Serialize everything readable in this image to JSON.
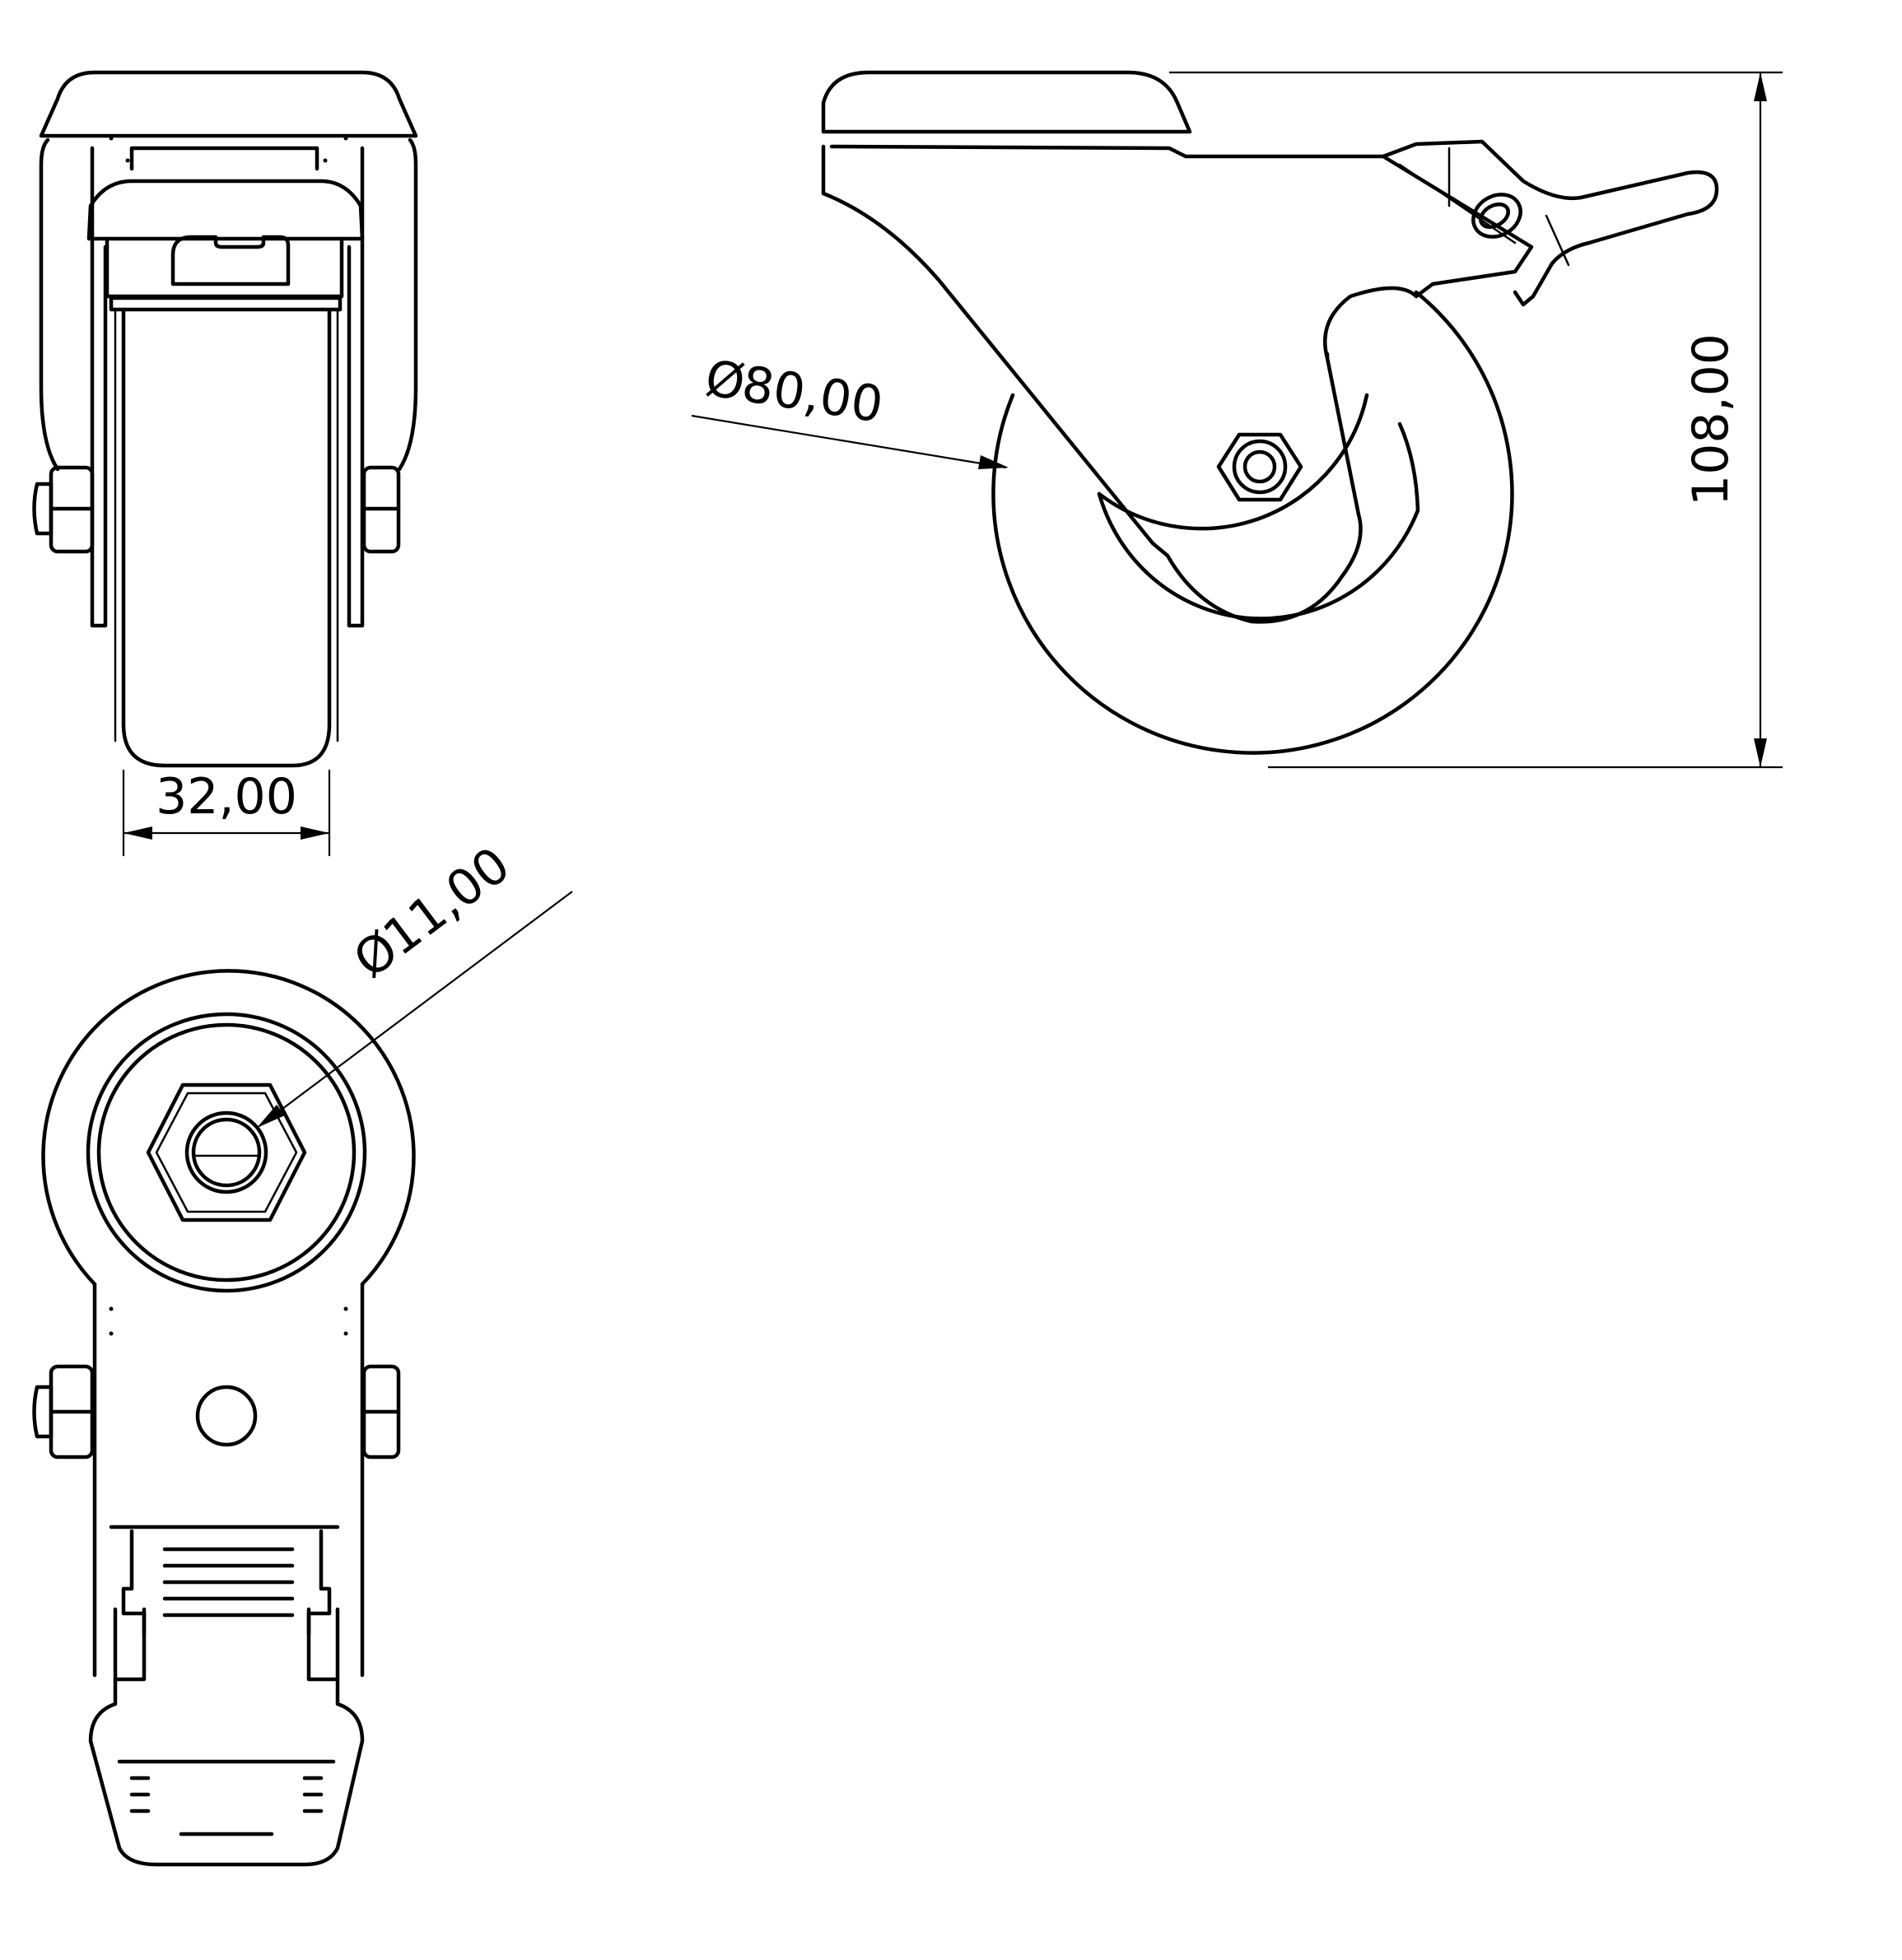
{
  "dimensions": {
    "wheel_width": {
      "value": "32,00"
    },
    "wheel_diameter": {
      "value": "80,00",
      "symbol": "Ø"
    },
    "overall_height": {
      "value": "108,00"
    },
    "axle_bore_diameter": {
      "value": "11,00",
      "symbol": "Ø"
    }
  },
  "colors": {
    "line": "#000000",
    "background": "#ffffff"
  }
}
